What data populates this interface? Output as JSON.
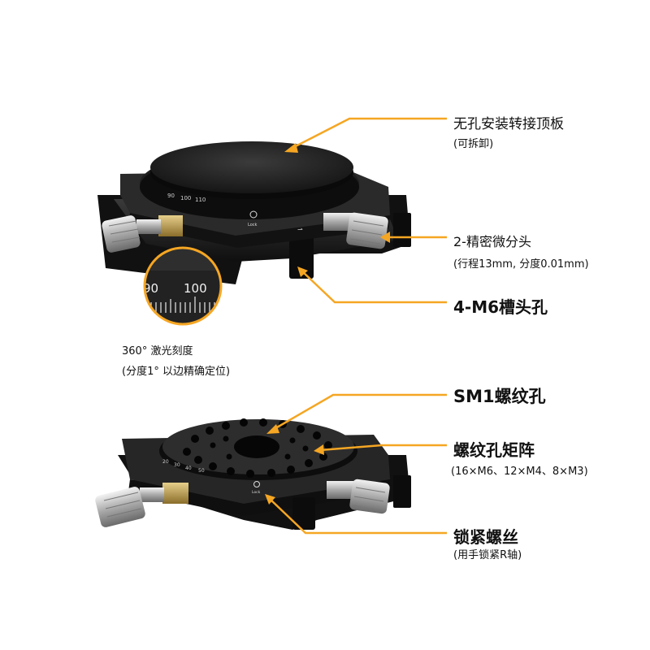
{
  "colors": {
    "accent": "#f5a623",
    "stage_body": "#1b1b1b",
    "callout_text": "#111111",
    "background": "#ffffff"
  },
  "top_product": {
    "scale_ticks": [
      "90",
      "100",
      "110"
    ],
    "lock_label": "Lock",
    "zoom_scale": [
      "90",
      "100"
    ]
  },
  "bottom_product": {
    "scale_ticks": [
      "20",
      "30",
      "40",
      "50"
    ],
    "lock_label": "Lock"
  },
  "callouts": {
    "top_plate": {
      "title": "无孔安装转接顶板",
      "sub": "(可拆卸)"
    },
    "micrometer": {
      "title": "2-精密微分头",
      "sub": "(行程13mm, 分度0.01mm)"
    },
    "slot": {
      "title": "4-M6槽头孔"
    },
    "laser_scale": {
      "title": "360° 激光刻度",
      "sub": "(分度1° 以边精确定位)"
    },
    "sm1": {
      "title": "SM1螺纹孔"
    },
    "thread_array": {
      "title": "螺纹孔矩阵",
      "sub": "(16×M6、12×M4、8×M3)"
    },
    "lock_screw": {
      "title": "锁紧螺丝",
      "sub": "(用手锁紧R轴)"
    }
  },
  "icons": [
    "lock-icon",
    "arrow-icon"
  ]
}
